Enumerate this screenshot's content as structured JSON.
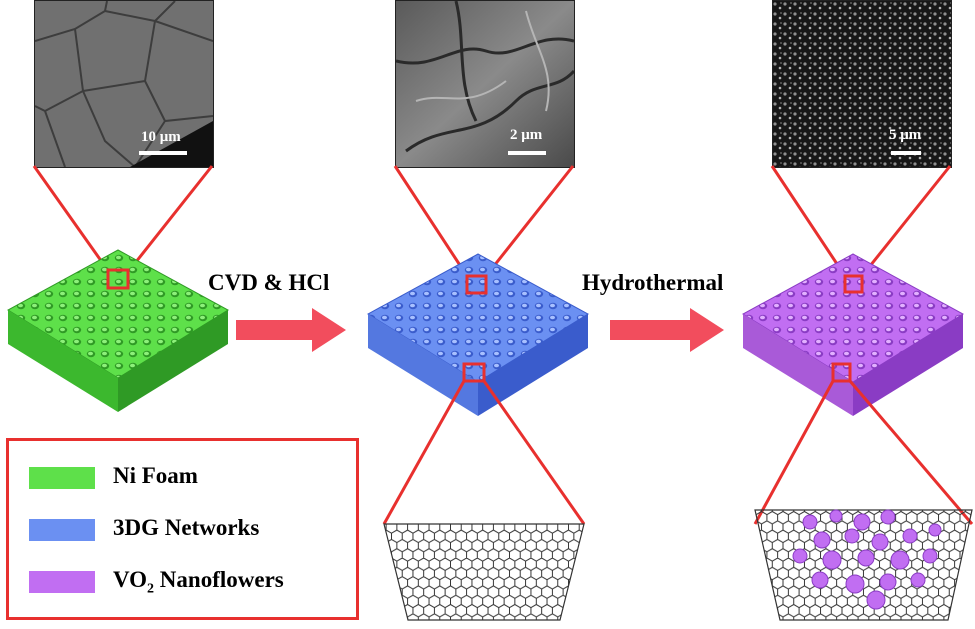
{
  "colors": {
    "ni_foam": "#5ee04a",
    "graphene": "#6b90f2",
    "vo2": "#c16ef2",
    "accent_red": "#e8302e",
    "arrow": "#f24d5d"
  },
  "panels": [
    {
      "id": "ni",
      "scale_label": "10 μm"
    },
    {
      "id": "graphene",
      "scale_label": "2 μm"
    },
    {
      "id": "vo2",
      "scale_label": "5 μm"
    }
  ],
  "steps": [
    {
      "label": "CVD & HCl"
    },
    {
      "label": "Hydrothermal"
    }
  ],
  "legend": {
    "items": [
      {
        "label": "Ni Foam",
        "color_key": "ni_foam"
      },
      {
        "label": "3DG Networks",
        "color_key": "graphene"
      },
      {
        "label_main": "VO",
        "label_sub": "2",
        "label_rest": " Nanoflowers",
        "color_key": "vo2"
      }
    ]
  }
}
